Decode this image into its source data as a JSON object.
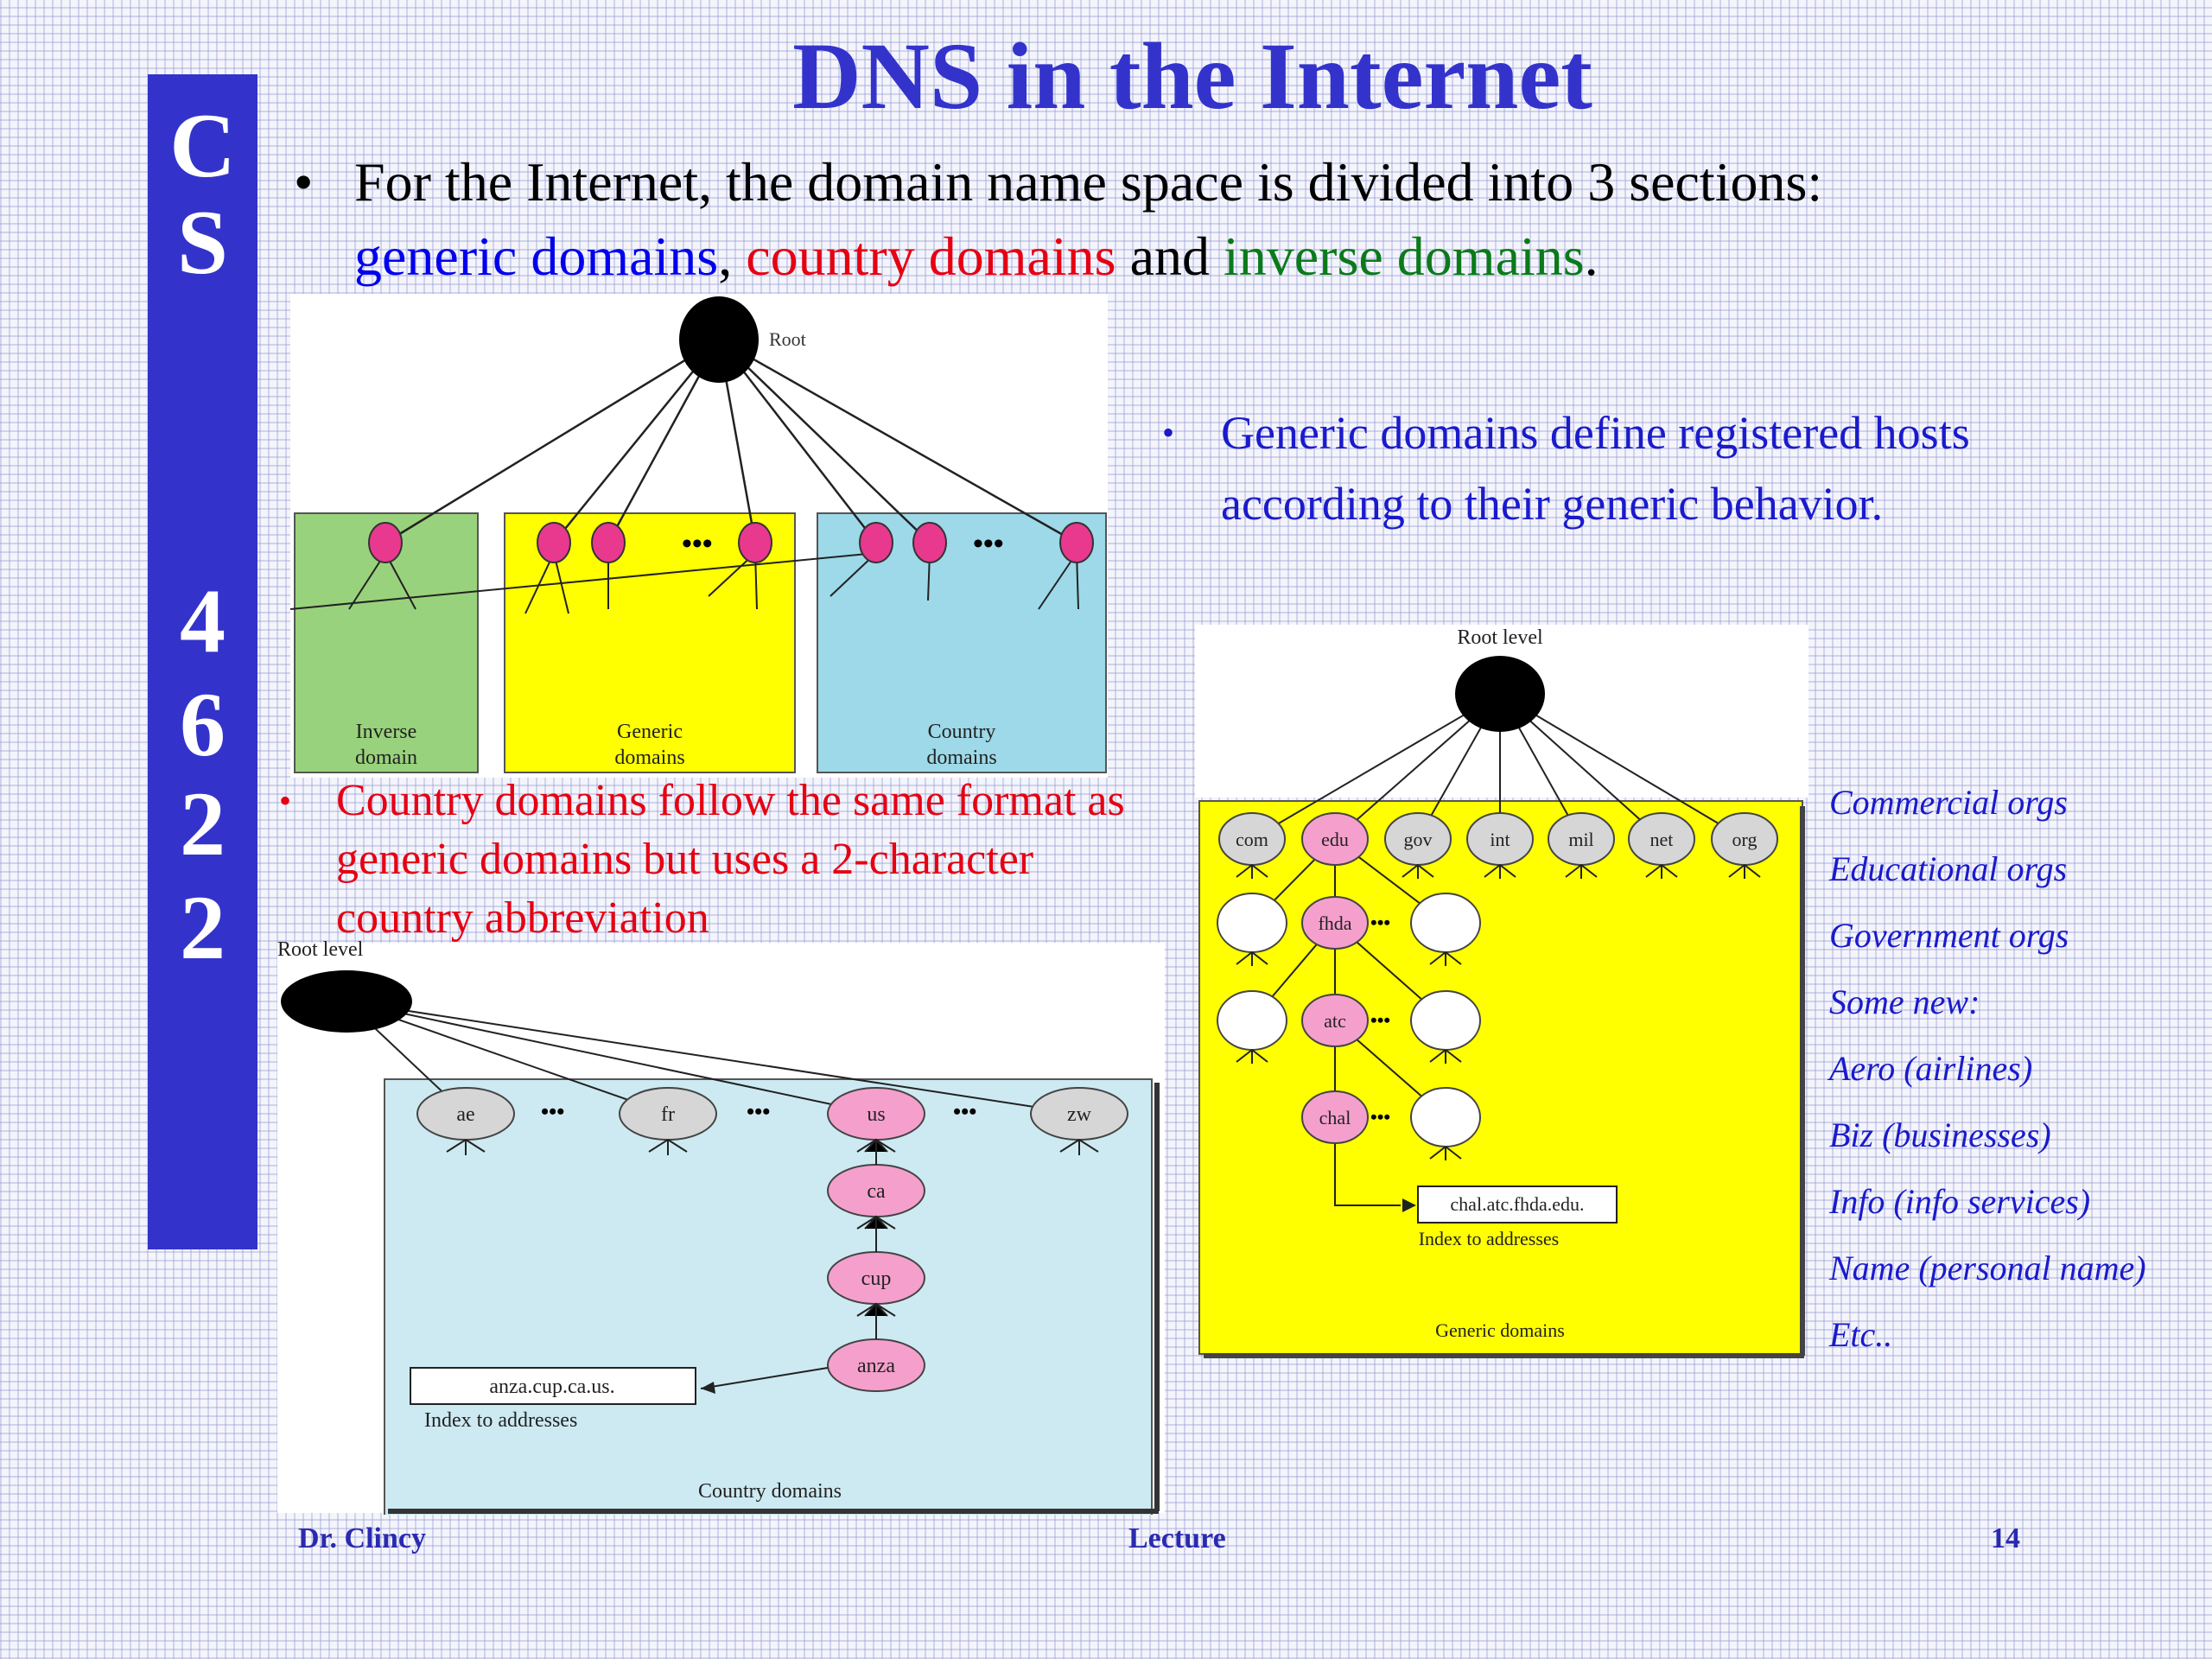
{
  "slide": {
    "title": "DNS in the Internet",
    "side_label_top": [
      "C",
      "S"
    ],
    "side_label_bottom": [
      "4",
      "6",
      "2",
      "2"
    ]
  },
  "intro": {
    "bullet": "•",
    "prefix": "For the Internet, the domain name space is divided into 3 sections:",
    "generic": "generic domains",
    "comma": ",",
    "country": "country domains",
    "and": "and",
    "inverse": "inverse domains",
    "period": "."
  },
  "generic_note": {
    "bullet": "•",
    "text": "Generic domains define registered hosts according to their generic behavior."
  },
  "country_note": {
    "bullet": "•",
    "text": "Country domains follow the same format as generic domains but uses a 2-character country abbreviation"
  },
  "overview_diagram": {
    "root_label": "Root",
    "dots": "•••",
    "sections": [
      {
        "line1": "Inverse",
        "line2": "domain",
        "color": "#99d27c"
      },
      {
        "line1": "Generic",
        "line2": "domains",
        "color": "#ffff00"
      },
      {
        "line1": "Country",
        "line2": "domains",
        "color": "#9dd9e8"
      }
    ]
  },
  "generic_diagram": {
    "root_label": "Root level",
    "tlds": [
      "com",
      "edu",
      "gov",
      "int",
      "mil",
      "net",
      "org"
    ],
    "chain": [
      "fhda",
      "atc",
      "chal"
    ],
    "dots": "•••",
    "index_box": "chal.atc.fhda.edu.",
    "index_label": "Index to addresses",
    "caption": "Generic domains",
    "panel_color": "#ffff00"
  },
  "country_diagram": {
    "root_label": "Root level",
    "tlds": [
      "ae",
      "fr",
      "us",
      "zw"
    ],
    "chain": [
      "ca",
      "cup",
      "anza"
    ],
    "dots": "•••",
    "index_box": "anza.cup.ca.us.",
    "index_label": "Index to addresses",
    "caption": "Country domains",
    "panel_color": "#cdeaf2"
  },
  "legend": [
    "Commercial orgs",
    "Educational orgs",
    "Government orgs",
    "Some new:",
    "Aero (airlines)",
    "Biz (businesses)",
    "Info (info services)",
    "Name (personal name)",
    "Etc.."
  ],
  "footer": {
    "author": "Dr. Clincy",
    "center": "Lecture",
    "page": "14"
  },
  "colors": {
    "accent": "#3333cc",
    "pink_node": "#e8398f",
    "light_pink_node": "#f5a0cc",
    "gray_node": "#d6d6d6"
  }
}
